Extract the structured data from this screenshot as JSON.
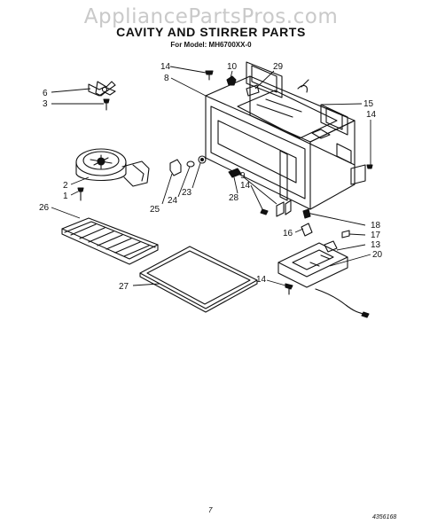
{
  "watermark": "AppliancePartsPros.com",
  "title": "CAVITY AND STIRRER PARTS",
  "subtitle": "For Model: MH6700XX-0",
  "page_number": "7",
  "doc_code": "4356168",
  "callouts": [
    "14",
    "10",
    "29",
    "8",
    "6",
    "3",
    "15",
    "14",
    "2",
    "1",
    "26",
    "25",
    "24",
    "23",
    "9",
    "14",
    "28",
    "16",
    "18",
    "17",
    "13",
    "20",
    "27",
    "14"
  ]
}
